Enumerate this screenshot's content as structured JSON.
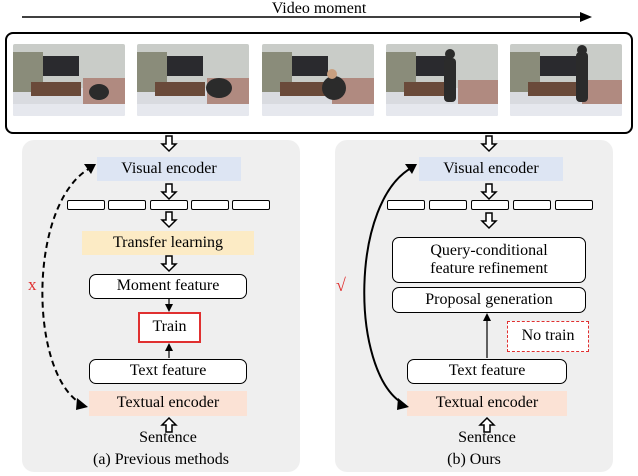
{
  "video_label": "Video moment",
  "left": {
    "visual_encoder": "Visual encoder",
    "transfer_learning": "Transfer learning",
    "moment_feature": "Moment feature",
    "train": "Train",
    "text_feature": "Text feature",
    "textual_encoder": "Textual encoder",
    "sentence": "Sentence",
    "caption": "(a) Previous methods",
    "mark": "x"
  },
  "right": {
    "visual_encoder": "Visual encoder",
    "query_refinement_line1": "Query-conditional",
    "query_refinement_line2": "feature refinement",
    "proposal_generation": "Proposal generation",
    "no_train": "No train",
    "text_feature": "Text feature",
    "textual_encoder": "Textual encoder",
    "sentence": "Sentence",
    "caption": "(b) Ours",
    "mark": "√"
  },
  "colors": {
    "visual_encoder_fill": "#dde5f3",
    "transfer_learning_fill": "#fcebc5",
    "textual_encoder_fill": "#fbe2d5",
    "panel_fill": "#efefef",
    "accent_red": "#e03030"
  },
  "icons": {
    "frame": "video-frame-icon",
    "arrow": "hollow-down-arrow-icon"
  }
}
